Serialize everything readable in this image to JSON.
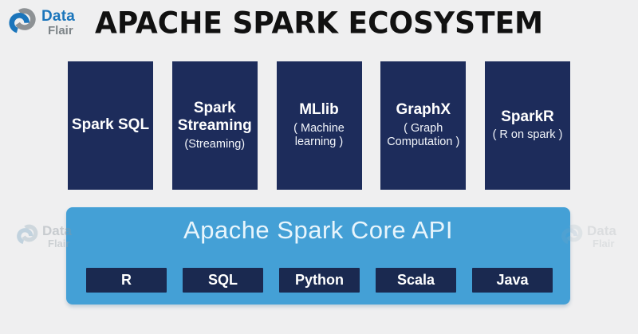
{
  "logo": {
    "data": "Data",
    "flair": "Flair"
  },
  "title": "APACHE SPARK ECOSYSTEM",
  "components": [
    {
      "name": "Spark SQL",
      "sub": ""
    },
    {
      "name": "Spark\nStreaming",
      "sub": "(Streaming)"
    },
    {
      "name": "MLlib",
      "sub": "( Machine\nlearning )"
    },
    {
      "name": "GraphX",
      "sub": "( Graph\nComputation )"
    },
    {
      "name": "SparkR",
      "sub": "( R on spark )"
    }
  ],
  "core": {
    "title": "Apache Spark Core API",
    "languages": [
      "R",
      "SQL",
      "Python",
      "Scala",
      "Java"
    ]
  },
  "watermark": {
    "data": "Data",
    "flair": "Flair"
  },
  "colors": {
    "bg": "#efeff0",
    "navy": "#1d2c5b",
    "navy-dark": "#1a2950",
    "blue": "#44a0d6",
    "core-text": "#e8f5fc",
    "title-black": "#111111",
    "logo-blue": "#1b75bb",
    "logo-gray": "#8d9194"
  }
}
